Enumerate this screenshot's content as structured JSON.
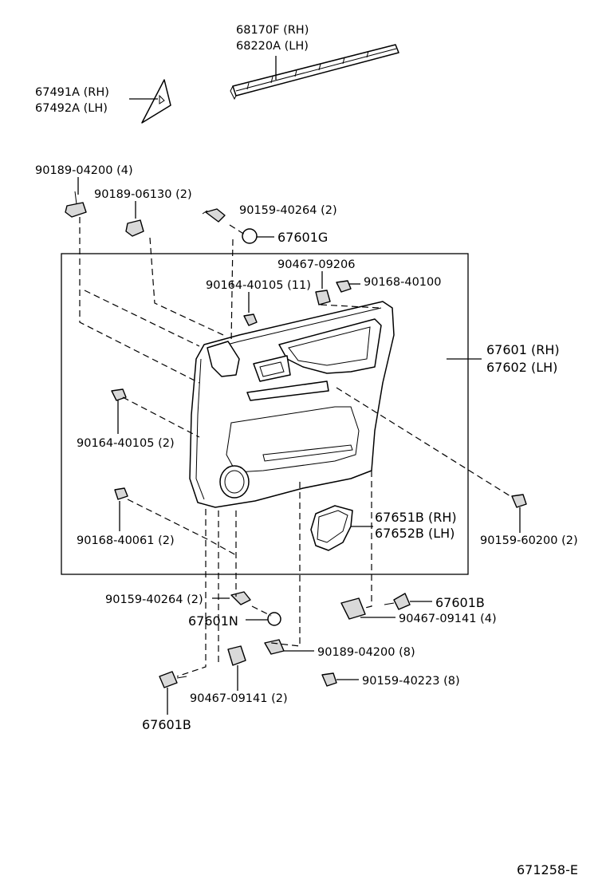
{
  "labels": {
    "garnish_rh": "68170F (RH)",
    "garnish_lh": "68220A (LH)",
    "corner_rh": "67491A (RH)",
    "corner_lh": "67492A (LH)",
    "clip_top_left": "90189-04200 (4)",
    "clip_06130": "90189-06130 (2)",
    "screw_top": "90159-40264 (2)",
    "cap_g": "67601G",
    "clip_09206": "90467-09206",
    "clip_40105_11": "90164-40105 (11)",
    "screw_40100": "90168-40100",
    "panel_rh": "67601 (RH)",
    "panel_lh": "67602 (LH)",
    "clip_40105_2": "90164-40105 (2)",
    "screw_60200": "90159-60200 (2)",
    "pocket_rh": "67651B (RH)",
    "pocket_lh": "67652B (LH)",
    "screw_40061": "90168-40061 (2)",
    "screw_bottom": "90159-40264 (2)",
    "cap_b_right": "67601B",
    "cap_n": "67601N",
    "clip_09141_4": "90467-09141 (4)",
    "clip_04200_8": "90189-04200 (8)",
    "screw_40223": "90159-40223 (8)",
    "clip_09141_2": "90467-09141 (2)",
    "cap_b_bottom": "67601B",
    "diagram_id": "671258-E"
  }
}
